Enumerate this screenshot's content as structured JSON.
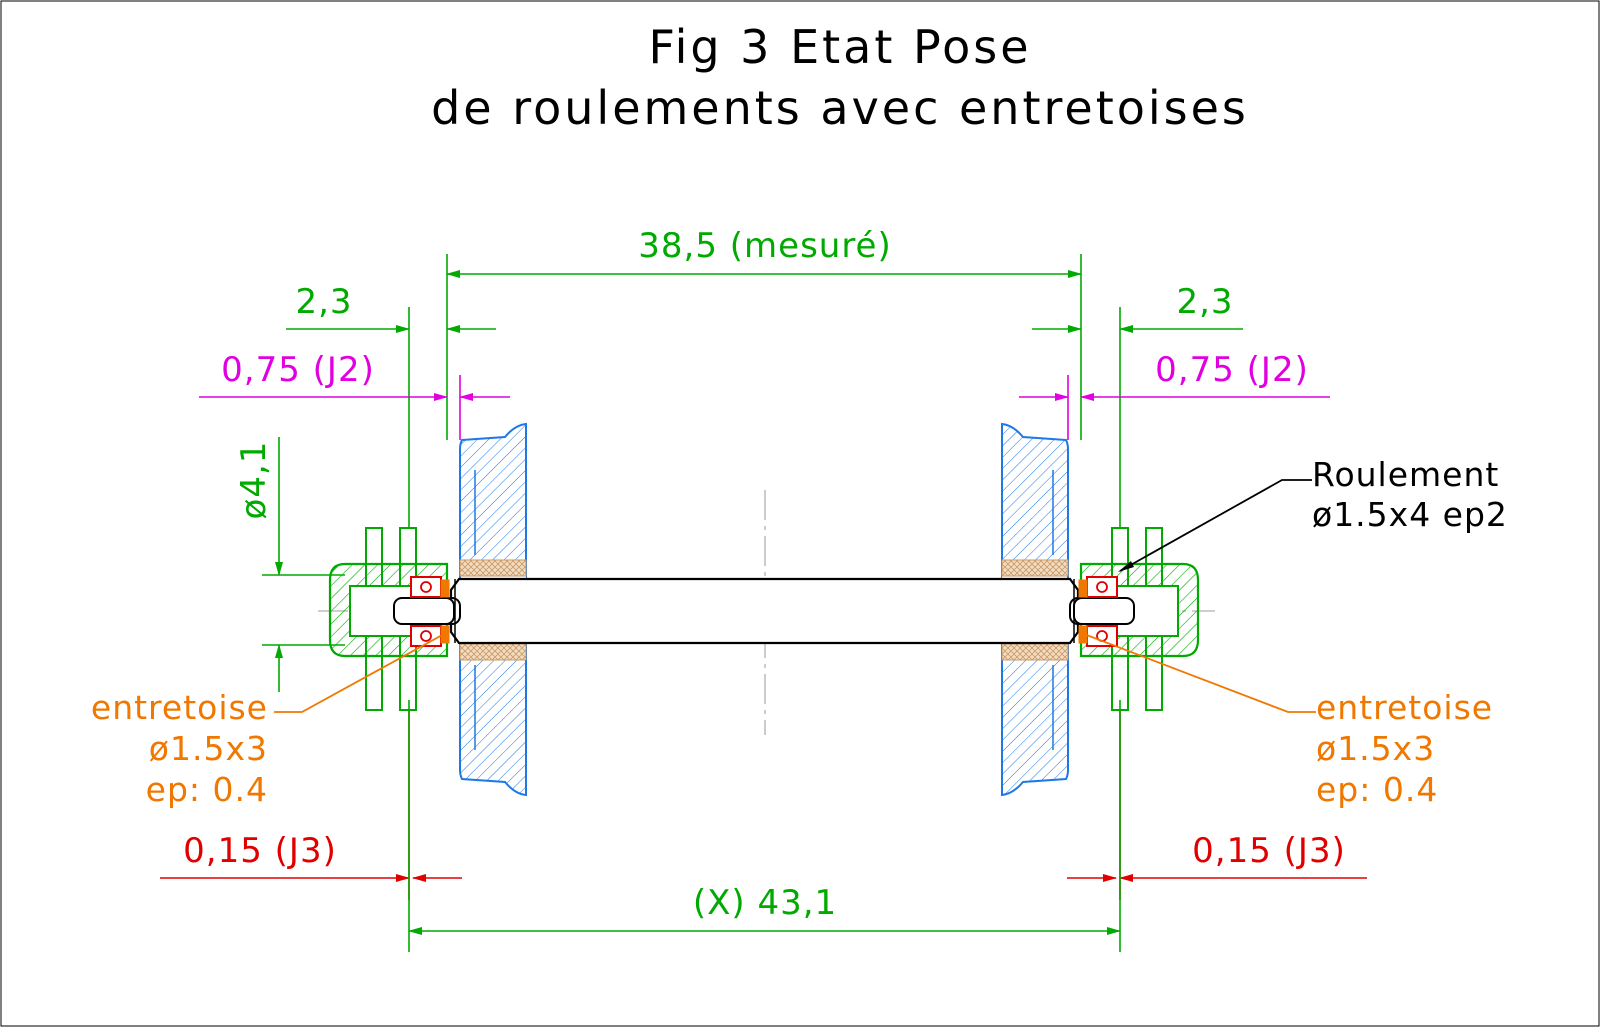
{
  "title": {
    "line1": "Fig 3 Etat Pose",
    "line2": "de roulements avec entretoises"
  },
  "dimensions": {
    "wheel_spacing": "38,5 (mesuré)",
    "left_flange_width": "2,3",
    "right_flange_width": "2,3",
    "left_gap_j2": "0,75 (J2)",
    "right_gap_j2": "0,75 (J2)",
    "hub_diameter": "ø4,1",
    "left_gap_j3": "0,15 (J3)",
    "right_gap_j3": "0,15 (J3)",
    "overall_length": "(X) 43,1"
  },
  "labels": {
    "bearing": {
      "line1": "Roulement",
      "line2": "ø1.5x4 ep2"
    },
    "spacer_left": {
      "line1": "entretoise",
      "line2": "ø1.5x3",
      "line3": "ep: 0.4"
    },
    "spacer_right": {
      "line1": "entretoise",
      "line2": "ø1.5x3",
      "line3": "ep: 0.4"
    }
  },
  "colors": {
    "dimension_green": "#00aa00",
    "gap_magenta": "#e000e0",
    "gap_red": "#e00000",
    "spacer_orange": "#f07800",
    "wheel_blue": "#1e78e6",
    "housing_green": "#00aa00",
    "bearing_red": "#e00000",
    "insulation_tan": "#d9b58a"
  }
}
